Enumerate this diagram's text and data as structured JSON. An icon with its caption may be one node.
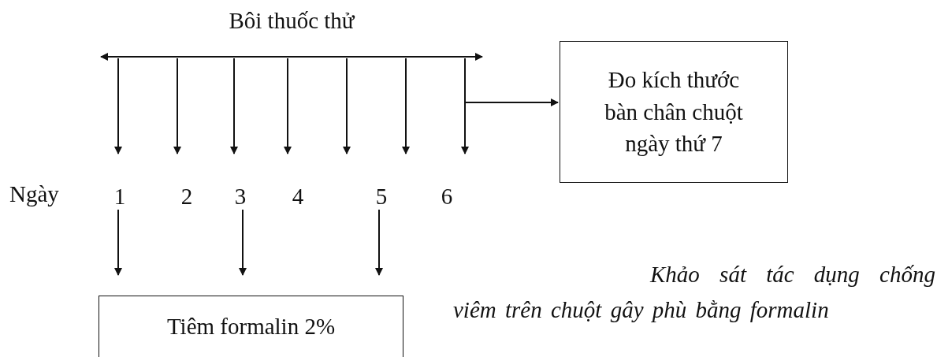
{
  "diagram": {
    "caption": "Khảo sát tác dụng chống viêm trên chuột gây phù bằng formalin",
    "nodes": [
      {
        "text": [
          "Bôi thuốc thử"
        ]
      },
      {
        "text": [
          "Đo kích thước bàn chân chuột ngày thứ 7"
        ]
      },
      {
        "text": [
          "1"
        ]
      },
      {
        "text": [
          "2"
        ]
      },
      {
        "text": [
          "3"
        ]
      },
      {
        "text": [
          "4"
        ]
      },
      {
        "text": [
          "5"
        ]
      },
      {
        "text": [
          "6"
        ]
      },
      {
        "text": [
          "Tiêm formalin 2%"
        ]
      }
    ],
    "edges": [
      {
        "from": 0,
        "to": null,
        "arrow": "to"
      },
      {
        "from": 0,
        "to": null,
        "arrow": "to"
      },
      {
        "from": 0,
        "to": null,
        "arrow": "to"
      },
      {
        "from": 0,
        "to": null,
        "arrow": "to"
      },
      {
        "from": 0,
        "to": null,
        "arrow": "to"
      },
      {
        "from": 0,
        "to": null,
        "arrow": "to"
      },
      {
        "from": 0,
        "to": null,
        "arrow": "to"
      },
      {
        "from": 0,
        "to": 1,
        "arrow": "to"
      },
      {
        "from": 2,
        "to": 8,
        "arrow": "to"
      },
      {
        "from": 4,
        "to": 8,
        "arrow": "to"
      },
      {
        "from": 6,
        "to": 8,
        "arrow": "to"
      }
    ],
    "labels": [
      "Ngày"
    ]
  }
}
